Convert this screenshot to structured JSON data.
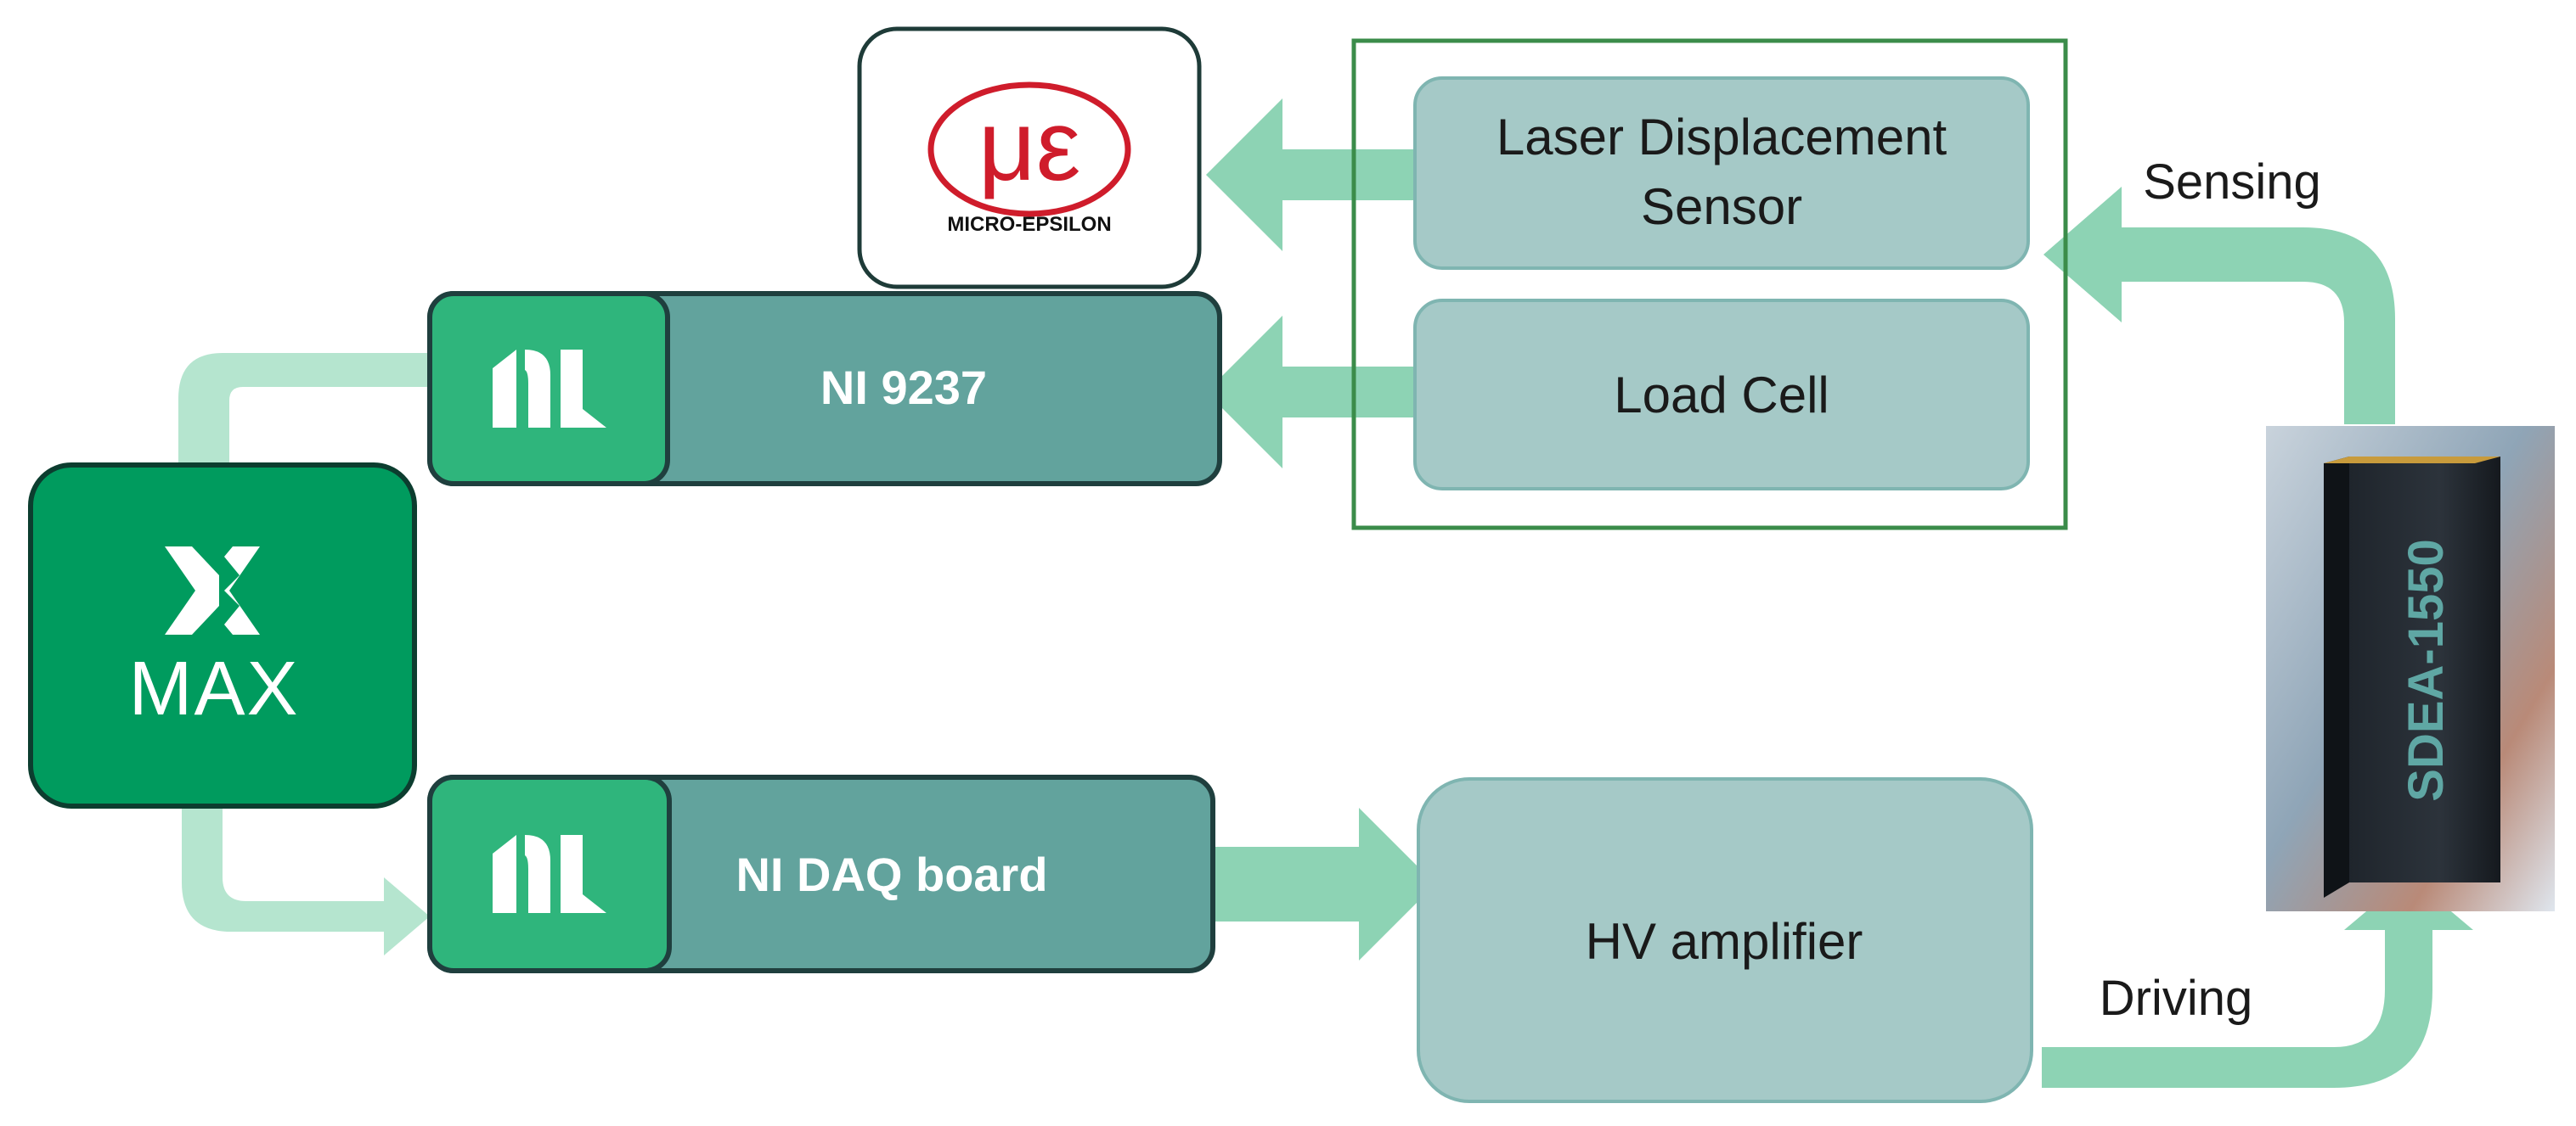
{
  "colors": {
    "arrow_fill": "#8dd3b4",
    "arrow_fill_light": "#b5e5cf",
    "box_fill": "#a5c9c7",
    "box_stroke": "#7fb5b1",
    "ni_bar": "#62a39d",
    "ni_bar_stroke": "#1f3f3e",
    "ni_logo_bg": "#2fb57c",
    "max_fill": "#009b5e",
    "max_stroke": "#0c3d2f",
    "group_border": "#3b8c4a",
    "micro_epsilon_red": "#cf1c2b",
    "text_dark": "#1a1a1a",
    "text_light": "#ffffff"
  },
  "sensors": {
    "laser_line1": "Laser Displacement",
    "laser_line2": "Sensor",
    "load_cell": "Load Cell"
  },
  "micro_epsilon": {
    "text": "MICRO-EPSILON",
    "logo_glyphs": "με"
  },
  "ni_9237": {
    "label": "NI 9237"
  },
  "ni_daq": {
    "label": "NI DAQ board"
  },
  "max": {
    "label": "MAX"
  },
  "hv_amplifier": {
    "label": "HV amplifier"
  },
  "actuator": {
    "label": "SDEA-1550"
  },
  "flow_labels": {
    "sensing": "Sensing",
    "driving": "Driving"
  },
  "icons": {
    "ni": "ni-logo-icon",
    "max": "max-cross-icon",
    "micro_epsilon": "micro-epsilon-logo-icon"
  }
}
